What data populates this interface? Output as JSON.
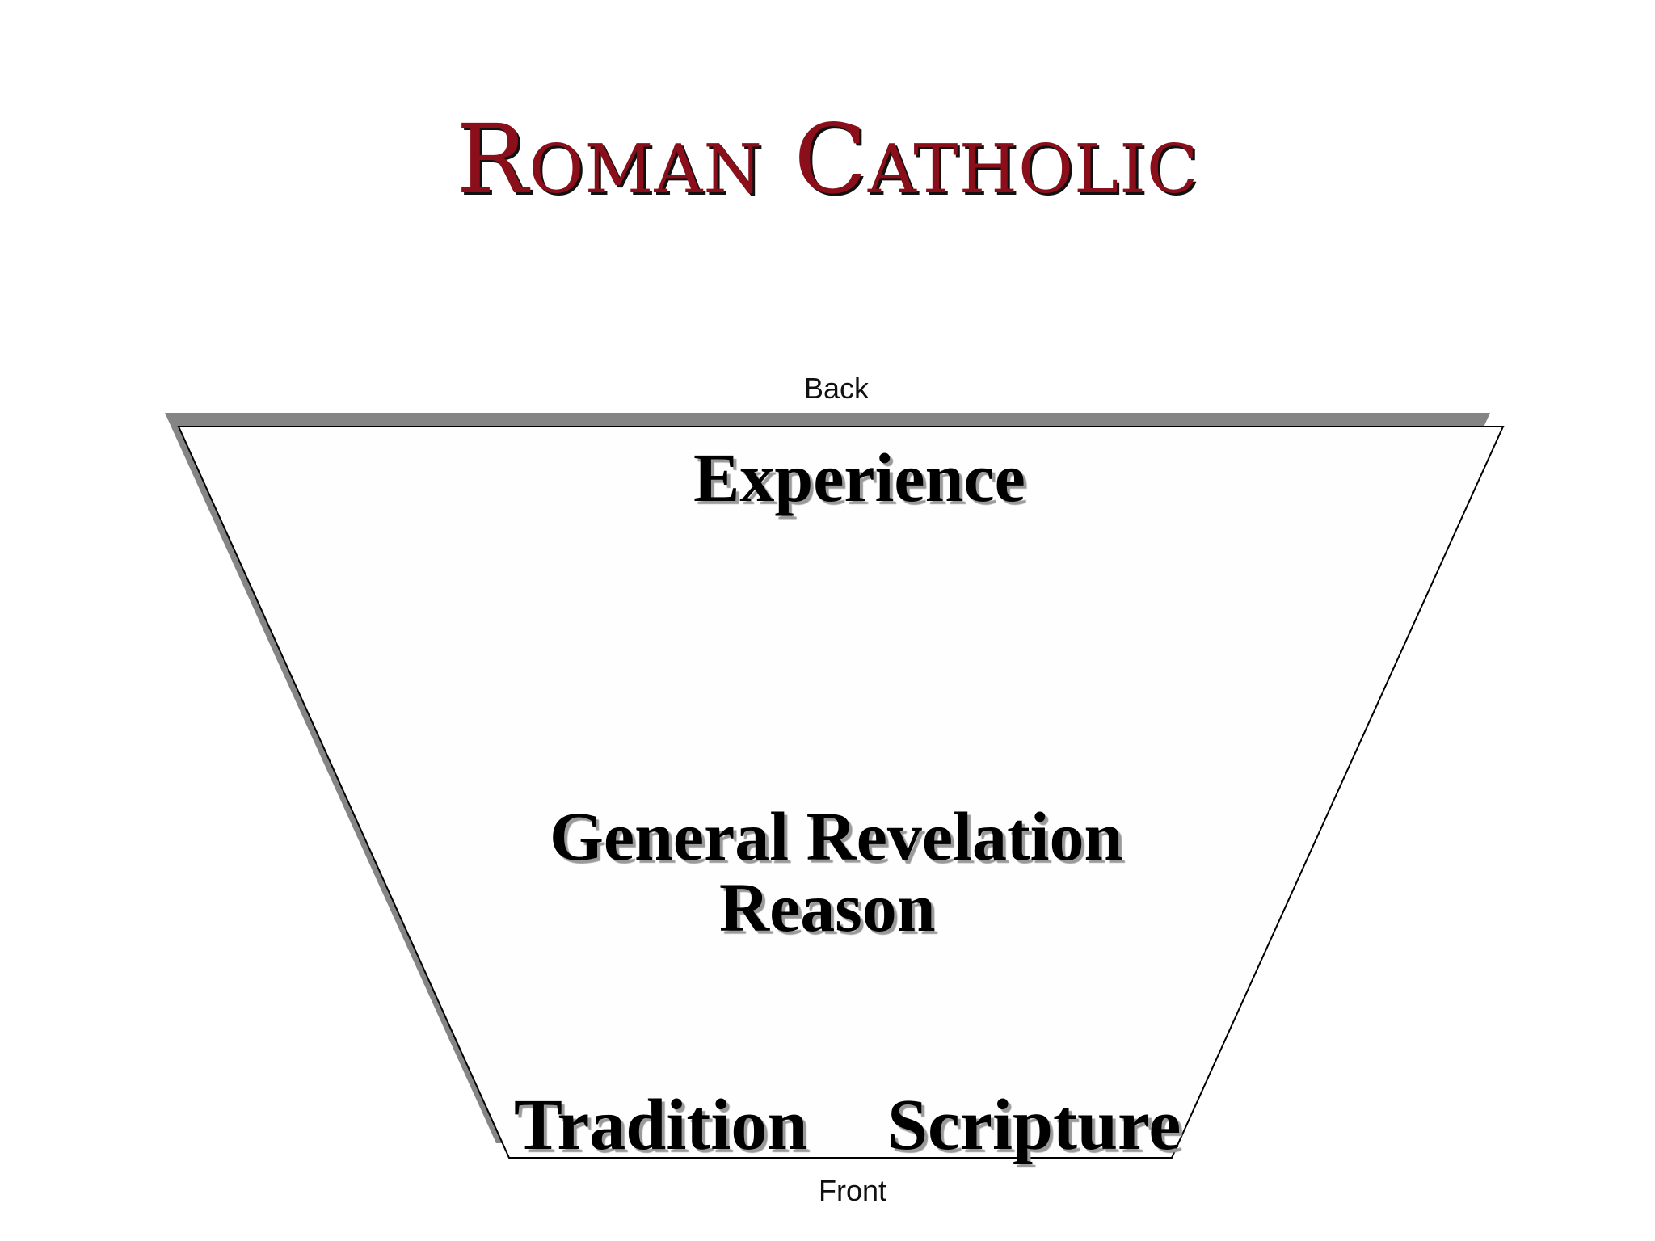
{
  "slide": {
    "title": "Roman Catholic",
    "accent_color": "#8b0f1a"
  },
  "diagram": {
    "shape": "inverted trapezoid",
    "back_label": "Back",
    "front_label": "Front",
    "regions": {
      "top": "Experience",
      "middle_line1": "General Revelation",
      "middle_line2": "Reason",
      "bottom_left": "Tradition",
      "bottom_right": "Scripture"
    }
  }
}
